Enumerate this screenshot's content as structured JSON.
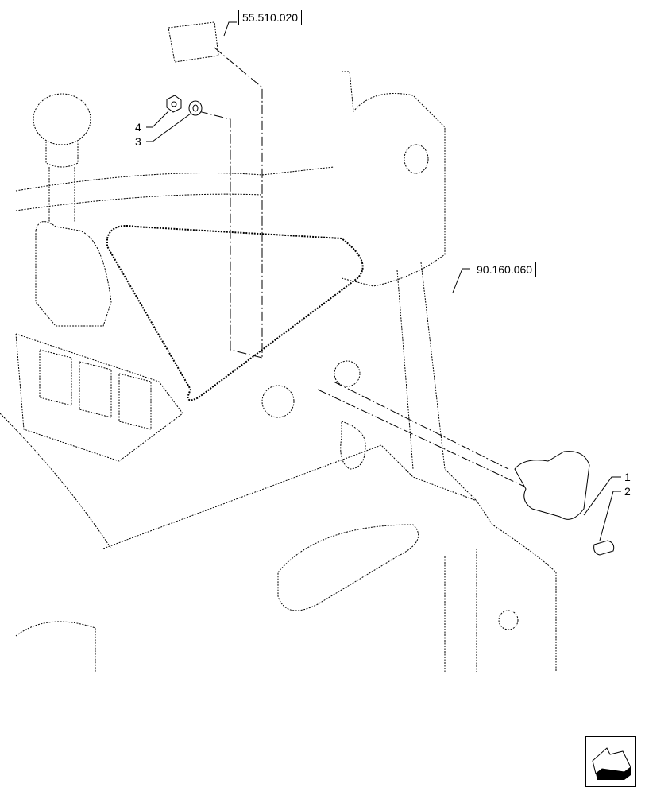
{
  "diagram": {
    "type": "exploded-parts-view",
    "references": [
      {
        "id": "ref-top",
        "label": "55.510.020"
      },
      {
        "id": "ref-right",
        "label": "90.160.060"
      }
    ],
    "callouts": [
      {
        "number": "1",
        "part": "socket-assembly"
      },
      {
        "number": "2",
        "part": "screw"
      },
      {
        "number": "3",
        "part": "washer"
      },
      {
        "number": "4",
        "part": "nut"
      }
    ],
    "nav_icon": "previous-page-arrow-icon"
  }
}
